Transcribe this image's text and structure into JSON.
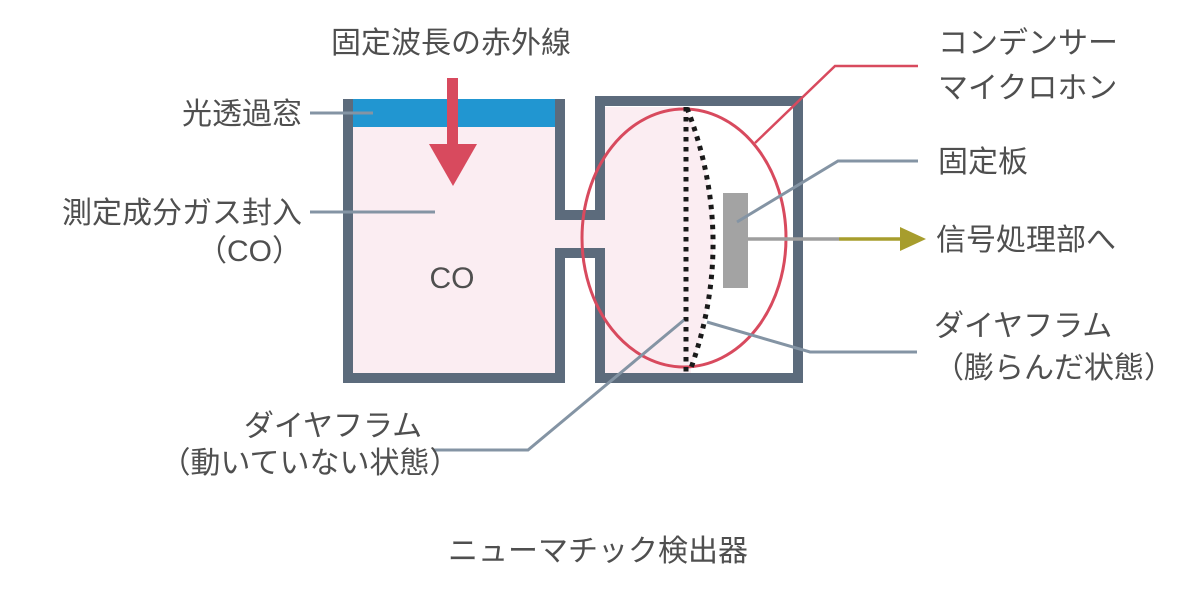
{
  "title": "ニューマチック検出器",
  "labels": {
    "infrared": "固定波長の赤外線",
    "window": "光透過窓",
    "gas_line1": "測定成分ガス封入",
    "gas_line2": "（CO）",
    "co": "CO",
    "mic_line1": "コンデンサー",
    "mic_line2": "マイクロホン",
    "fixed_plate": "固定板",
    "signal": "信号処理部へ",
    "diaphragm_bulged_line1": "ダイヤフラム",
    "diaphragm_bulged_line2": "（膨らんだ状態）",
    "diaphragm_still_line1": "ダイヤフラム",
    "diaphragm_still_line2": "（動いていない状態）"
  },
  "colors": {
    "wall": "#5c6b7c",
    "chamber_fill": "#fbedf2",
    "window_blue": "#2196d1",
    "accent_red": "#d84a5e",
    "signal_olive": "#a79d2d",
    "leader_gray": "#8494a4",
    "plate_gray": "#a3a3a3",
    "dotted_black": "#1a1a1a",
    "text": "#4f4f4f",
    "white": "#ffffff"
  }
}
